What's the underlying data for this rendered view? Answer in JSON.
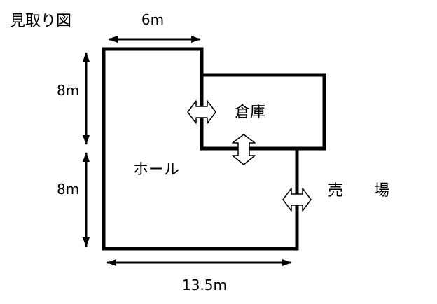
{
  "title": "見取り図",
  "dimensions": {
    "top_width": "6m",
    "upper_height": "8m",
    "lower_height": "8m",
    "bottom_width": "13.5m"
  },
  "rooms": {
    "hall": "ホール",
    "storage": "倉庫",
    "sales_floor": "売　　場"
  },
  "colors": {
    "line": "#000000",
    "arrow_fill": "#ffffff",
    "background": "#ffffff"
  }
}
